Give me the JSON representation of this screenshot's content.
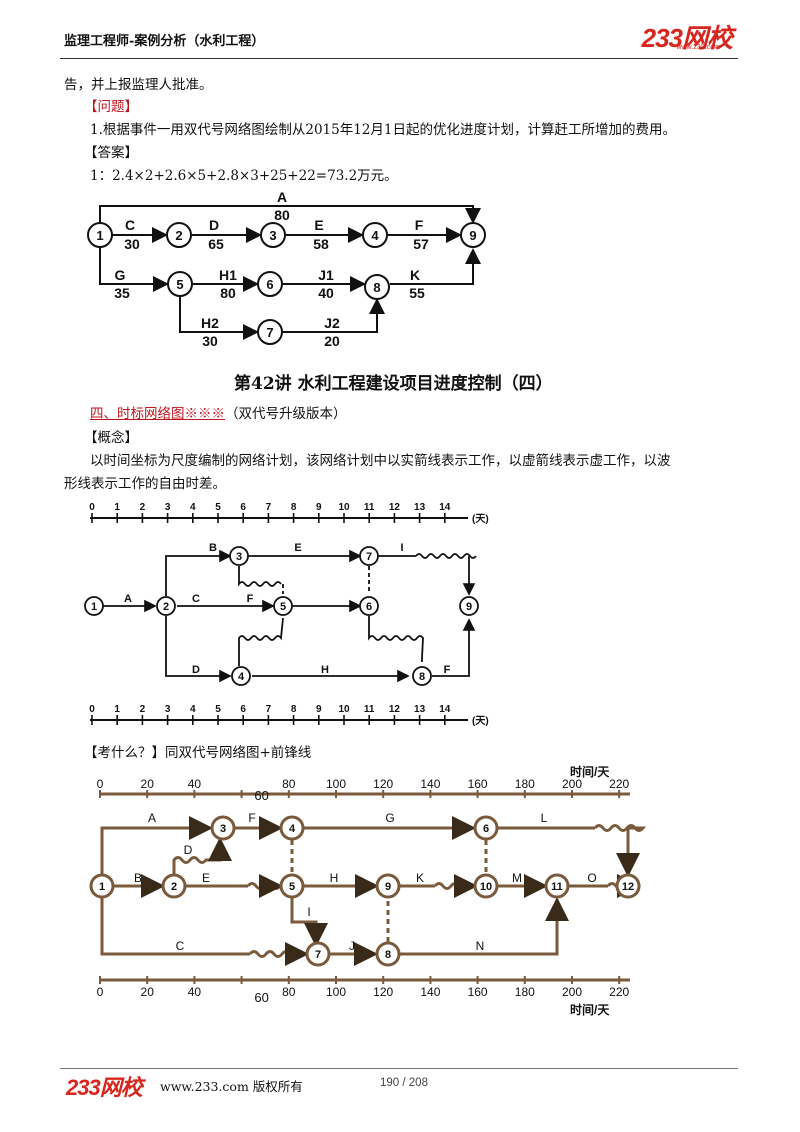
{
  "header": {
    "title": "监理工程师-案例分析（水利工程）",
    "logo": "233网校",
    "logo_url": "www.233.com"
  },
  "body": {
    "line_cont": "告，并上报监理人批准。",
    "question_tag": "【问题】",
    "question": "1.根据事件一用双代号网络图绘制从2015年12月1日起的优化进度计划，计算赶工所增加的费用。",
    "answer_tag": "【答案】",
    "answer": "1：2.4×2+2.6×5+2.8×3+25+22=73.2万元。",
    "lecture_title": "第42讲  水利工程建设项目进度控制（四）",
    "section_title": "四、时标网络图※※※",
    "section_note": "（双代号升级版本）",
    "concept_tag": "【概念】",
    "concept_1": "以时间坐标为尺度编制的网络计划，该网络计划中以实箭线表示工作，以虚箭线表示虚工作，以波",
    "concept_2": "形线表示工作的自由时差。",
    "exam_line": "【考什么？】同双代号网络图+前锋线"
  },
  "diagram1": {
    "nodes": [
      "1",
      "2",
      "3",
      "4",
      "5",
      "6",
      "7",
      "8",
      "9"
    ],
    "activities": [
      {
        "name": "A",
        "duration": "80"
      },
      {
        "name": "C",
        "duration": "30"
      },
      {
        "name": "D",
        "duration": "65"
      },
      {
        "name": "E",
        "duration": "58"
      },
      {
        "name": "F",
        "duration": "57"
      },
      {
        "name": "G",
        "duration": "35"
      },
      {
        "name": "H1",
        "duration": "80"
      },
      {
        "name": "J1",
        "duration": "40"
      },
      {
        "name": "K",
        "duration": "55"
      },
      {
        "name": "H2",
        "duration": "30"
      },
      {
        "name": "J2",
        "duration": "20"
      }
    ]
  },
  "diagram2": {
    "scale": [
      "0",
      "1",
      "2",
      "3",
      "4",
      "5",
      "6",
      "7",
      "8",
      "9",
      "10",
      "11",
      "12",
      "13",
      "14"
    ],
    "unit": "(天)",
    "nodes": [
      "1",
      "2",
      "3",
      "4",
      "5",
      "6",
      "7",
      "8",
      "9"
    ],
    "activities": [
      "A",
      "B",
      "C",
      "D",
      "E",
      "F",
      "H",
      "I",
      "F"
    ]
  },
  "diagram3": {
    "scale": [
      "0",
      "20",
      "40",
      "60",
      "80",
      "100",
      "120",
      "140",
      "160",
      "180",
      "200",
      "220"
    ],
    "unit": "时间/天",
    "nodes": [
      "1",
      "2",
      "3",
      "4",
      "5",
      "6",
      "7",
      "8",
      "9",
      "10",
      "11",
      "12"
    ],
    "activities": [
      "A",
      "B",
      "C",
      "D",
      "E",
      "F",
      "G",
      "H",
      "I",
      "J",
      "K",
      "L",
      "M",
      "N",
      "O"
    ]
  },
  "footer": {
    "logo": "233网校",
    "site": "www.233.com 版权所有",
    "page": "190 / 208"
  }
}
